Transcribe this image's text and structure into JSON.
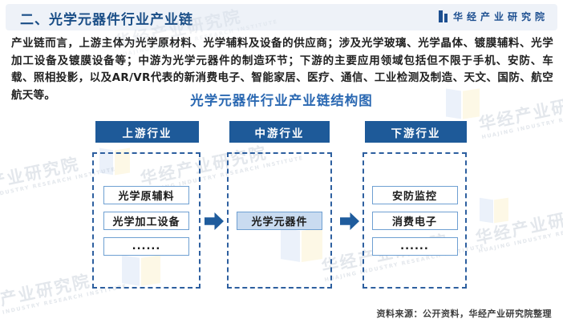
{
  "header": {
    "title": "二、光学元器件行业产业链",
    "logo_text": "华经产业研究院"
  },
  "intro": {
    "text": "产业链而言，上游主体为光学原材料、光学辅料及设备的供应商；涉及光学玻璃、光学晶体、镀膜辅料、光学加工设备及镀膜设备等；中游为光学元器件的制造环节；下游的主要应用领域包括但不限于手机、安防、车载、照相投影，以及AR/VR代表的新消费电子、智能家居、医疗、通信、工业检测及制造、天文、国防、航空航天等。"
  },
  "diagram": {
    "title": "光学元器件行业产业链结构图",
    "columns": [
      {
        "header": "上游行业",
        "items": [
          "光学原辅料",
          "光学加工设备",
          "......"
        ]
      },
      {
        "header": "中游行业",
        "items": [
          "光学元器件"
        ]
      },
      {
        "header": "下游行业",
        "items": [
          "安防监控",
          "消费电子",
          "......"
        ]
      }
    ]
  },
  "footer": {
    "source": "资料来源：公开资料，华经产业研究院整理"
  },
  "watermark": {
    "text": "华经产业研究院",
    "subtext": "HUAJING INDUSTRY RESEARCH INSTITUTE"
  },
  "colors": {
    "title_blue": "#1a4e87",
    "diagram_title_blue": "#2a68b2",
    "header_box_blue": "#1e5a99",
    "arrow_blue": "#1f5c9d",
    "dashed_border_blue": "#2d5f9f",
    "item_border_blue": "#6fa0d2",
    "midstream_fill": "#c9dbf0",
    "header_band_bg": "#eef2f8"
  }
}
